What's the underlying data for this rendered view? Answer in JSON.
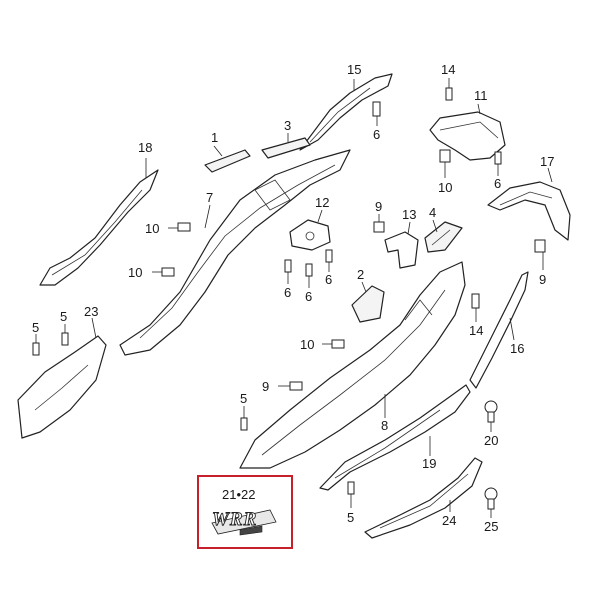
{
  "parts": [
    {
      "id": "lbl-15",
      "text": "15"
    },
    {
      "id": "lbl-14a",
      "text": "14"
    },
    {
      "id": "lbl-11",
      "text": "11"
    },
    {
      "id": "lbl-1",
      "text": "1"
    },
    {
      "id": "lbl-3",
      "text": "3"
    },
    {
      "id": "lbl-6a",
      "text": "6"
    },
    {
      "id": "lbl-18",
      "text": "18"
    },
    {
      "id": "lbl-10a",
      "text": "10"
    },
    {
      "id": "lbl-6b",
      "text": "6"
    },
    {
      "id": "lbl-17",
      "text": "17"
    },
    {
      "id": "lbl-7",
      "text": "7"
    },
    {
      "id": "lbl-12",
      "text": "12"
    },
    {
      "id": "lbl-9a",
      "text": "9"
    },
    {
      "id": "lbl-13",
      "text": "13"
    },
    {
      "id": "lbl-4",
      "text": "4"
    },
    {
      "id": "lbl-10b",
      "text": "10"
    },
    {
      "id": "lbl-10c",
      "text": "10"
    },
    {
      "id": "lbl-6c",
      "text": "6"
    },
    {
      "id": "lbl-6d",
      "text": "6"
    },
    {
      "id": "lbl-6e",
      "text": "6"
    },
    {
      "id": "lbl-2",
      "text": "2"
    },
    {
      "id": "lbl-9b",
      "text": "9"
    },
    {
      "id": "lbl-5a",
      "text": "5"
    },
    {
      "id": "lbl-5b",
      "text": "5"
    },
    {
      "id": "lbl-23",
      "text": "23"
    },
    {
      "id": "lbl-14b",
      "text": "14"
    },
    {
      "id": "lbl-10d",
      "text": "10"
    },
    {
      "id": "lbl-16",
      "text": "16"
    },
    {
      "id": "lbl-9c",
      "text": "9"
    },
    {
      "id": "lbl-5c",
      "text": "5"
    },
    {
      "id": "lbl-8",
      "text": "8"
    },
    {
      "id": "lbl-20",
      "text": "20"
    },
    {
      "id": "lbl-19",
      "text": "19"
    },
    {
      "id": "lbl-5d",
      "text": "5"
    },
    {
      "id": "lbl-24",
      "text": "24"
    },
    {
      "id": "lbl-25",
      "text": "25"
    }
  ],
  "highlight": {
    "label": "21•22",
    "emblem_text": "WRR",
    "border_color": "#c8202a"
  }
}
